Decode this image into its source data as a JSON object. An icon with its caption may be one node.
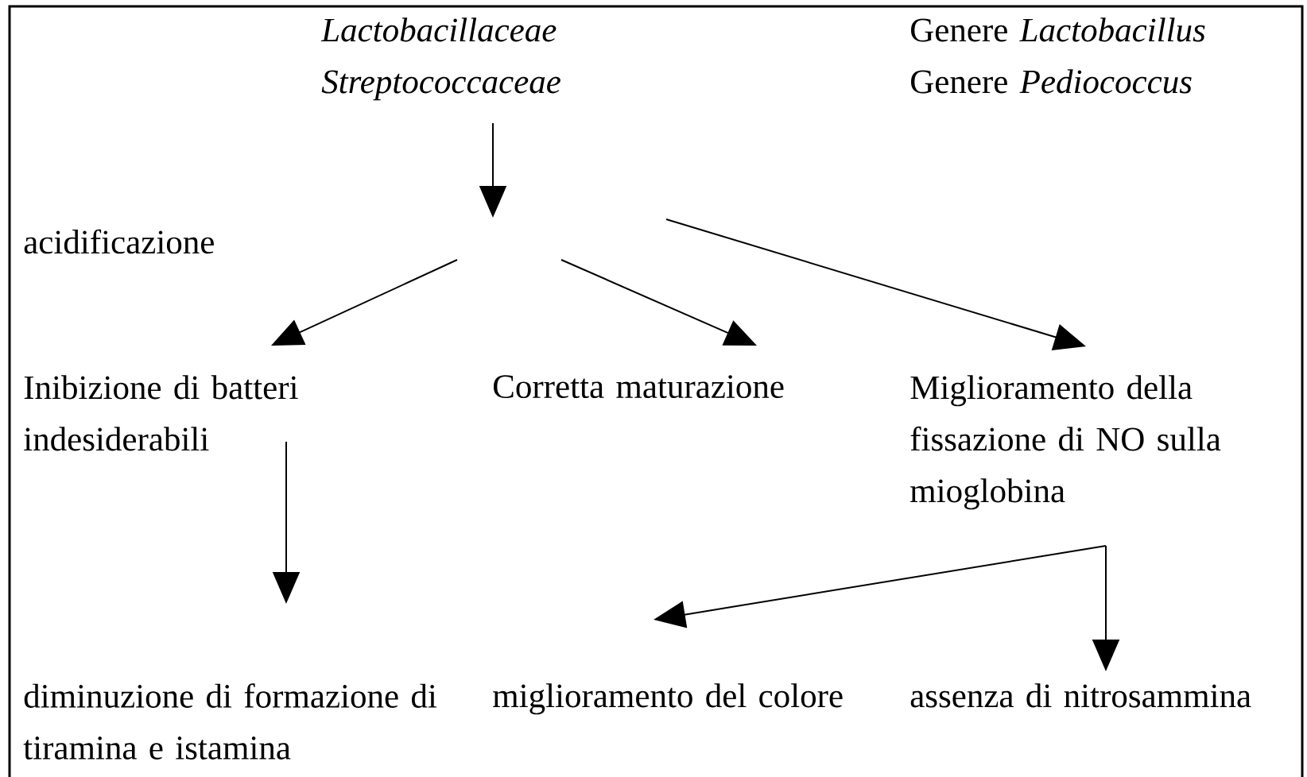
{
  "diagram": {
    "nodes": [
      {
        "text": [
          "Lactobacillaceae Streptococcaceae"
        ]
      },
      {
        "text": [
          "Genere *Lactobacillus* Genere *Pediococcus*"
        ]
      },
      {
        "text": [
          "Inibizione di batteri indesiderabili"
        ]
      },
      {
        "text": [
          "Corretta maturazione"
        ]
      },
      {
        "text": [
          "Miglioramento della fissazione di NO sulla mioglobina"
        ]
      },
      {
        "text": [
          "diminuzione di formazione di tiramina e istamina"
        ]
      },
      {
        "text": [
          "miglioramento del colore"
        ]
      },
      {
        "text": [
          "assenza di nitrosammina"
        ]
      }
    ],
    "edges": [
      {
        "from": 0,
        "to": null,
        "arrow": "to"
      },
      {
        "from": null,
        "to": 2,
        "arrow": "to"
      },
      {
        "from": null,
        "to": 3,
        "arrow": "to"
      },
      {
        "from": null,
        "to": 4,
        "arrow": "to"
      },
      {
        "from": 2,
        "to": 5,
        "arrow": "to"
      },
      {
        "from": 4,
        "to": 6,
        "arrow": "to"
      },
      {
        "from": 4,
        "to": 7,
        "arrow": "to"
      }
    ],
    "labels": [
      "acidificazione"
    ]
  }
}
